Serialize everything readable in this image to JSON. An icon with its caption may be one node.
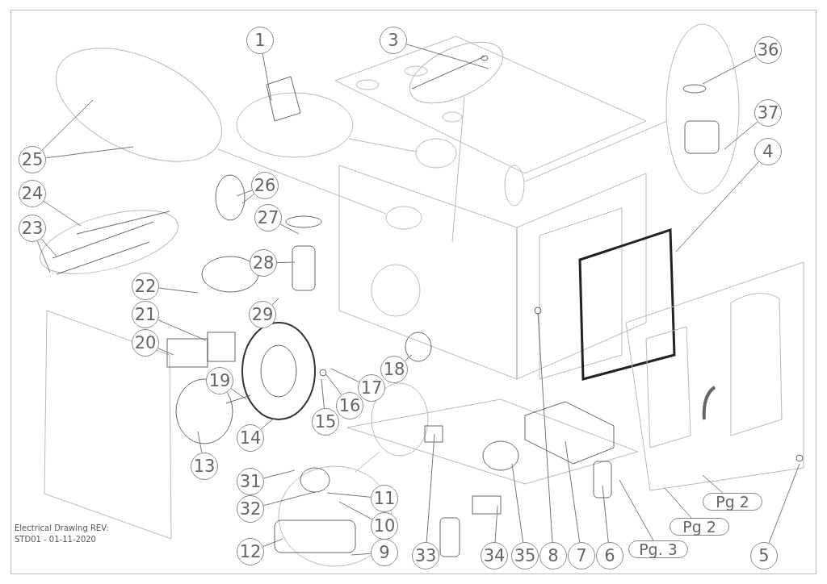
{
  "diagram": {
    "nodes": [
      {
        "text": [
          "1"
        ]
      },
      {
        "text": [
          "3"
        ]
      },
      {
        "text": [
          "36"
        ]
      },
      {
        "text": [
          "37"
        ]
      },
      {
        "text": [
          "4"
        ]
      },
      {
        "text": [
          "25"
        ]
      },
      {
        "text": [
          "26"
        ]
      },
      {
        "text": [
          "24"
        ]
      },
      {
        "text": [
          "27"
        ]
      },
      {
        "text": [
          "23"
        ]
      },
      {
        "text": [
          "28"
        ]
      },
      {
        "text": [
          "22"
        ]
      },
      {
        "text": [
          "21"
        ]
      },
      {
        "text": [
          "29"
        ]
      },
      {
        "text": [
          "20"
        ]
      },
      {
        "text": [
          "18"
        ]
      },
      {
        "text": [
          "19"
        ]
      },
      {
        "text": [
          "17"
        ]
      },
      {
        "text": [
          "16"
        ]
      },
      {
        "text": [
          "15"
        ]
      },
      {
        "text": [
          "14"
        ]
      },
      {
        "text": [
          "13"
        ]
      },
      {
        "text": [
          "31"
        ]
      },
      {
        "text": [
          "11"
        ]
      },
      {
        "text": [
          "32"
        ]
      },
      {
        "text": [
          "10"
        ]
      },
      {
        "text": [
          "Pg 2"
        ]
      },
      {
        "text": [
          "Pg 2"
        ]
      },
      {
        "text": [
          "12"
        ]
      },
      {
        "text": [
          "9"
        ]
      },
      {
        "text": [
          "Pg. 3"
        ]
      },
      {
        "text": [
          "33"
        ]
      },
      {
        "text": [
          "34"
        ]
      },
      {
        "text": [
          "35"
        ]
      },
      {
        "text": [
          "8"
        ]
      },
      {
        "text": [
          "7"
        ]
      },
      {
        "text": [
          "6"
        ]
      },
      {
        "text": [
          "5"
        ]
      }
    ],
    "edges": [
      {
        "from": 0,
        "to": null,
        "arrow": "none"
      },
      {
        "from": 1,
        "to": null,
        "arrow": "none"
      },
      {
        "from": 2,
        "to": null,
        "arrow": "none"
      },
      {
        "from": 3,
        "to": null,
        "arrow": "none"
      },
      {
        "from": 4,
        "to": null,
        "arrow": "none"
      },
      {
        "from": 5,
        "to": null,
        "arrow": "none"
      },
      {
        "from": 5,
        "to": null,
        "arrow": "none"
      },
      {
        "from": 6,
        "to": null,
        "arrow": "none"
      },
      {
        "from": 6,
        "to": null,
        "arrow": "none"
      },
      {
        "from": 7,
        "to": null,
        "arrow": "none"
      },
      {
        "from": 8,
        "to": null,
        "arrow": "none"
      },
      {
        "from": 9,
        "to": null,
        "arrow": "none"
      },
      {
        "from": 9,
        "to": null,
        "arrow": "none"
      },
      {
        "from": 10,
        "to": null,
        "arrow": "none"
      },
      {
        "from": 11,
        "to": null,
        "arrow": "none"
      },
      {
        "from": 12,
        "to": null,
        "arrow": "none"
      },
      {
        "from": 13,
        "to": null,
        "arrow": "none"
      },
      {
        "from": 14,
        "to": null,
        "arrow": "none"
      },
      {
        "from": 15,
        "to": null,
        "arrow": "none"
      },
      {
        "from": 16,
        "to": null,
        "arrow": "none"
      },
      {
        "from": 17,
        "to": null,
        "arrow": "none"
      },
      {
        "from": 18,
        "to": null,
        "arrow": "none"
      },
      {
        "from": 19,
        "to": null,
        "arrow": "none"
      },
      {
        "from": 20,
        "to": null,
        "arrow": "none"
      },
      {
        "from": 21,
        "to": null,
        "arrow": "none"
      },
      {
        "from": 22,
        "to": null,
        "arrow": "none"
      },
      {
        "from": 23,
        "to": null,
        "arrow": "none"
      },
      {
        "from": 24,
        "to": null,
        "arrow": "none"
      },
      {
        "from": 25,
        "to": null,
        "arrow": "none"
      },
      {
        "from": 26,
        "to": null,
        "arrow": "none"
      },
      {
        "from": 27,
        "to": null,
        "arrow": "none"
      },
      {
        "from": 28,
        "to": null,
        "arrow": "none"
      },
      {
        "from": 29,
        "to": null,
        "arrow": "none"
      },
      {
        "from": 30,
        "to": null,
        "arrow": "none"
      },
      {
        "from": 31,
        "to": null,
        "arrow": "none"
      },
      {
        "from": 32,
        "to": null,
        "arrow": "none"
      },
      {
        "from": 33,
        "to": null,
        "arrow": "none"
      },
      {
        "from": 34,
        "to": null,
        "arrow": "none"
      },
      {
        "from": 35,
        "to": null,
        "arrow": "none"
      },
      {
        "from": 36,
        "to": null,
        "arrow": "none"
      },
      {
        "from": 37,
        "to": null,
        "arrow": "none"
      }
    ],
    "labels": [
      "Electrical Drawing REV: STD01 - 01-11-2020"
    ]
  }
}
